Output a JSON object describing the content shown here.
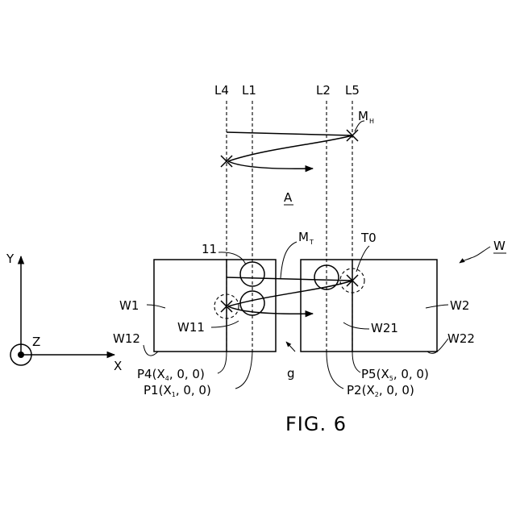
{
  "labels": {
    "L4": "L4",
    "L1": "L1",
    "L2": "L2",
    "L5": "L5",
    "MH": "M",
    "MH_sub": "H",
    "A": "A",
    "MT": "M",
    "MT_sub": "T",
    "n11": "11",
    "T0": "T0",
    "W": "W",
    "Y": "Y",
    "Z": "Z",
    "X": "X",
    "W1": "W1",
    "W11": "W11",
    "W12": "W12",
    "W2": "W2",
    "W21": "W21",
    "W22": "W22",
    "g": "g",
    "P4_pre": "P4(X",
    "P4_sub": "4",
    "P4_post": ", 0, 0)",
    "P1_pre": "P1(X",
    "P1_sub": "1",
    "P1_post": ", 0, 0)",
    "P5_pre": "P5(X",
    "P5_sub": "5",
    "P5_post": ", 0, 0)",
    "P2_pre": "P2(X",
    "P2_sub": "2",
    "P2_post": ", 0, 0)"
  },
  "caption": "FIG. 6"
}
